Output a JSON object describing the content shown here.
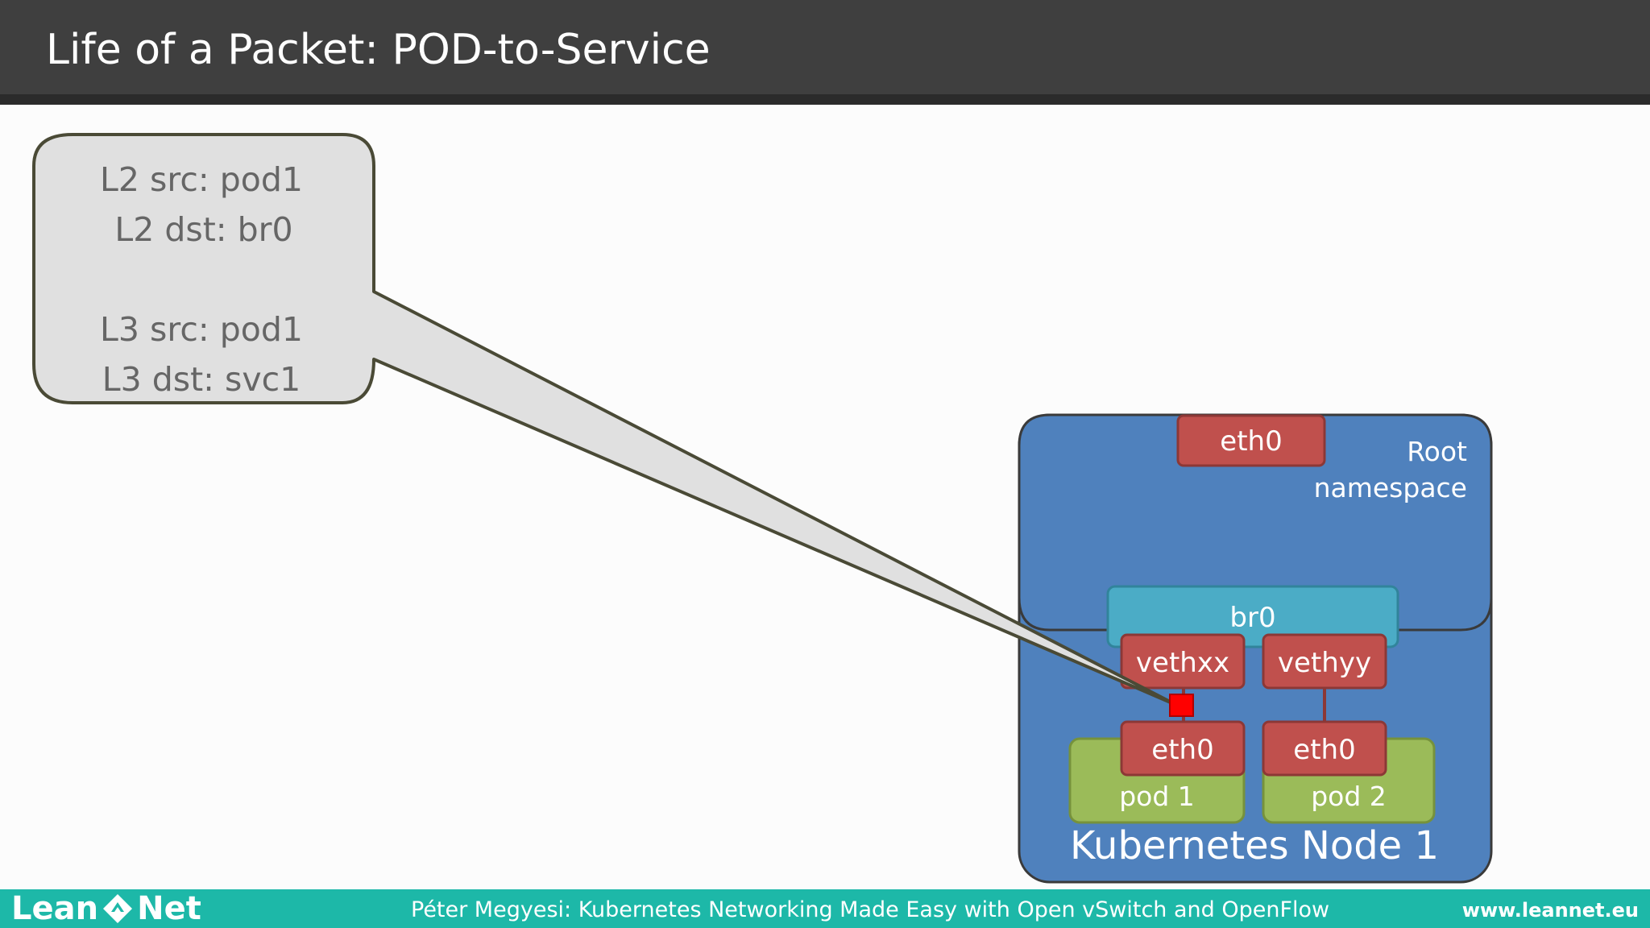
{
  "title": "Life of a Packet: POD-to-Service",
  "callout": {
    "l2_src": "L2 src: pod1",
    "l2_dst": "L2 dst: br0",
    "l3_src": "L3 src: pod1",
    "l3_dst": "L3 dst: svc1"
  },
  "node": {
    "label": "Kubernetes Node 1",
    "root_label_line1": "Root",
    "root_label_line2": "namespace",
    "root_eth0": "eth0",
    "bridge": "br0",
    "vethxx": "vethxx",
    "vethyy": "vethyy",
    "pod1_eth0": "eth0",
    "pod2_eth0": "eth0",
    "pod1": "pod 1",
    "pod2": "pod 2"
  },
  "footer": {
    "logo_left": "Lean",
    "logo_right": "Net",
    "center": "Péter Megyesi: Kubernetes Networking Made Easy with Open vSwitch and OpenFlow",
    "right": "www.leannet.eu"
  },
  "colors": {
    "node_blue": "#4f81bd",
    "interface_red": "#c0504d",
    "bridge_teal": "#4bacc6",
    "pod_green": "#9bbb59",
    "callout_gray": "#e0e0e0",
    "packet_red": "#ff0000",
    "footer_teal": "#1db8a8"
  }
}
